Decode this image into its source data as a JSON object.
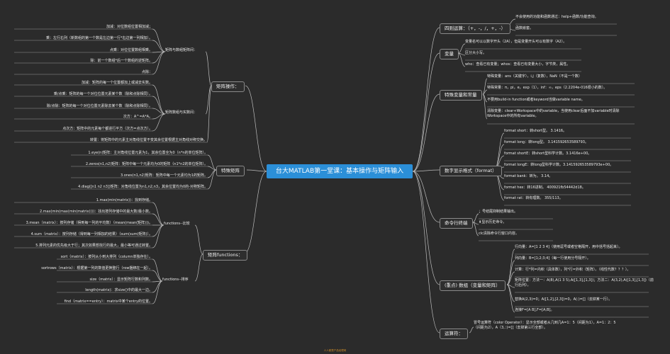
{
  "center": "台大MATLAB第一堂课：基本操作与矩阵输入",
  "footer": "人人都是产品经理网",
  "left": {
    "matrix_ops": {
      "label": "矩阵操作：",
      "g1": {
        "label": "矩阵与数组矩阵间：",
        "items": [
          "加减：对位数组位置相加减；",
          "乘：左行右列（新数组的第一个数是左边第一行*右边第一列相加）。",
          "点乘：对位位置数组相乘。",
          "除：前一个数组*后一个数组的逆矩阵。",
          "点除："
        ]
      },
      "g2": {
        "label": "矩阵数组与实数间：",
        "items": [
          "加减：矩阵的每一个位置都加上或减去实数。",
          "乘/点乘：矩阵的每一个对位位置元素某个数（除和点除相同）。",
          "除/点除：矩阵的每一个对位位置元素除去某个数（除和点除相同）。",
          "次方：A^=A*A。",
          "点次方：矩阵中的元素每个都进行平方（次方=点次方）。"
        ]
      },
      "transpose": "转置：将矩阵中的元素主对角线位置不变其余位置根据主对角线对称交换。"
    },
    "special": {
      "label": "特殊矩阵",
      "items": [
        "1.eye(n)矩阵：主对角线位置元素为1，其余位置全为0（n*n的单位矩阵）。",
        "2.zeros(n1,n2)矩阵：矩阵中每一个元素均为0的矩阵（n1*n2的单位矩阵）。",
        "3.ones(n1,n2)矩阵：矩阵中每一个元素均为1的矩阵。",
        "4.diag([n1 n2 n3])矩阵：对角线位置为n1,n2,n3，其余位置均为0的-对称矩阵。"
      ]
    },
    "functions": {
      "label": "矩阵functions：",
      "g1": {
        "label": "functions--比较",
        "items": [
          "1.max(min(matrix))：找到存储。",
          "2.max(min(max(min(matrix))))：找出按列存储中的最大数/最小数。",
          "3.mean（matrix）：按列存储（得到每一列的平均数）（mean(mean(矩阵)))。",
          "4.sum（matrix）：按列存储（得到每一列相加的结果）（sum(sum(矩阵)）。",
          "5.排列元素的优先级大于行；其次如果想找行的最大，最小等可通过转置。"
        ]
      },
      "g2": {
        "label": "functions--排序",
        "items": [
          "sort（matrix）：按列从小到大排列（column单独存在）。",
          "sortrows（matrix）：根据第一列的数值更换整行（row捆绑在一起）。",
          "size（matrix）：显示矩阵行数和列数。",
          "length(matrix)：求size()中的最大一边。",
          "find（matrix==entry）：matrix中某个entry的位置。"
        ]
      }
    }
  },
  "right": {
    "ops": {
      "label": "四则运算：（+，-，/，+，-）",
      "items": [
        "不会使用的功能和函数通过：help+函数/功能查询。",
        "函数嵌套。"
      ]
    },
    "vars": {
      "label": "变量",
      "items": [
        "变量名可以以数字开头（2A），但是变量开头可以有数字（A2）。",
        "区分大小写。",
        "who：查看已有变量；whos：查看已有变量大小，字节类，属性。"
      ]
    },
    "special_vars": {
      "label": "特殊变量和常量",
      "items": [
        "特殊变量：ans（关键字），i,j（复数），NaN（不是一个数）",
        "特殊常量：π，pi，e，exp（1），inf：∞，eps（2.2204e-016很小的数）。",
        "不要用build-in function或者keyword当做variable name。",
        "清除变量：clear+Workspace中的variable，当使用clear后面不加variable时清除Workspace中的所有variable。"
      ]
    },
    "format": {
      "label": "数字显示格式（format）",
      "items": [
        "format short：转short型。 3.1416。",
        "format long：转long型。 3.141592653589793。",
        "format shortE：转short型科学计数。3.1416e+00。",
        "format longE：转long型科学计数。3.141592653589793e+00。",
        "format bank：转为。 3.14。",
        "format hex：转16进制。 400921fb54442d18。",
        "format rat：转有理数。 355/113。"
      ]
    },
    "cmd": {
      "label": "命令行终端",
      "items": [
        "；号结尾抑制结果输出。",
        "⬆显示历史命令。",
        "clc清除命令行窗口内容。"
      ]
    },
    "array": {
      "label": "(重点) 数组（变量和矩阵）",
      "items": [
        "行向量：A=[1 2 3 4]（使用逗号或者空格隔开，用中括号括起来）。",
        "列向量：B=[1;2;3;4]（每一行使用分号隔开）。",
        "计算：行*列=内积（具体数），列*行=外积（矩阵）。（线性代数？？？）。",
        "矩阵位置：方法一：A(8),A(1 3 5),A([1,3],[1,3])；方法二：A(3,2),A([1,3],[1,3])（前行后列）。",
        "替换A(2,3)=0；A([1,2],[2,3])=0，A(:)=[]（去掉某一行）。",
        "连接F=[A B],F=[A;B]。"
      ]
    },
    "colon": {
      "label": "运算符：",
      "items": [
        "冒号运算符（color Operator）：显示全部或者从几到几A=1：5（间距为1），A=1：2：5（间距为2），A（3,：)=[]（去掉第三行全部）。"
      ]
    }
  }
}
